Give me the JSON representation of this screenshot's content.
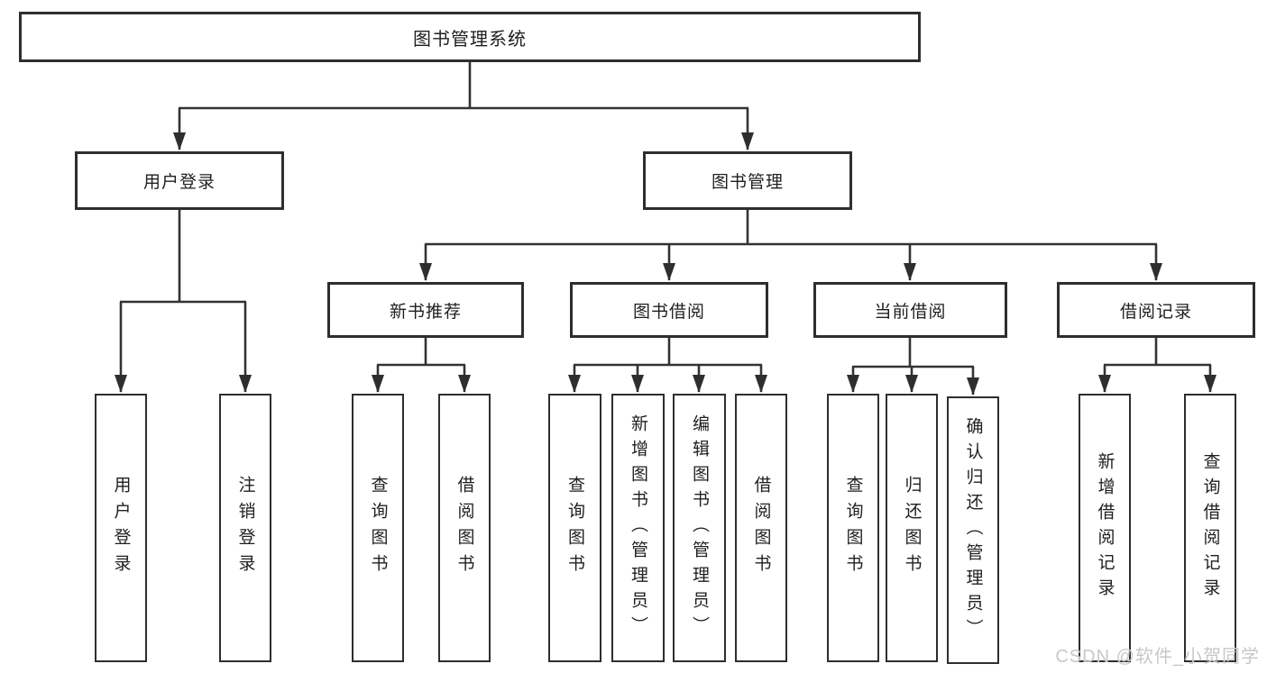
{
  "diagram": {
    "title": "图书管理系统",
    "nodes": {
      "root": {
        "label": "图书管理系统"
      },
      "user_login": {
        "label": "用户登录",
        "children": [
          {
            "label": "用户登录"
          },
          {
            "label": "注销登录"
          }
        ]
      },
      "book_mgmt": {
        "label": "图书管理",
        "children": [
          {
            "label": "新书推荐",
            "children": [
              {
                "label": "查询图书"
              },
              {
                "label": "借阅图书"
              }
            ]
          },
          {
            "label": "图书借阅",
            "children": [
              {
                "label": "查询图书"
              },
              {
                "label": "新增图书（管理员）"
              },
              {
                "label": "编辑图书（管理员）"
              },
              {
                "label": "借阅图书"
              }
            ]
          },
          {
            "label": "当前借阅",
            "children": [
              {
                "label": "查询图书"
              },
              {
                "label": "归还图书"
              },
              {
                "label": "确认归还（管理员）"
              }
            ]
          },
          {
            "label": "借阅记录",
            "children": [
              {
                "label": "新增借阅记录"
              },
              {
                "label": "查询借阅记录"
              }
            ]
          }
        ]
      }
    },
    "colors": {
      "line": "#333333",
      "box_border": "#2e2e2e",
      "text": "#1f1f1f",
      "background": "#ffffff",
      "watermark": "#c5c5c5"
    }
  },
  "watermark": "CSDN @软件_小贺同学"
}
